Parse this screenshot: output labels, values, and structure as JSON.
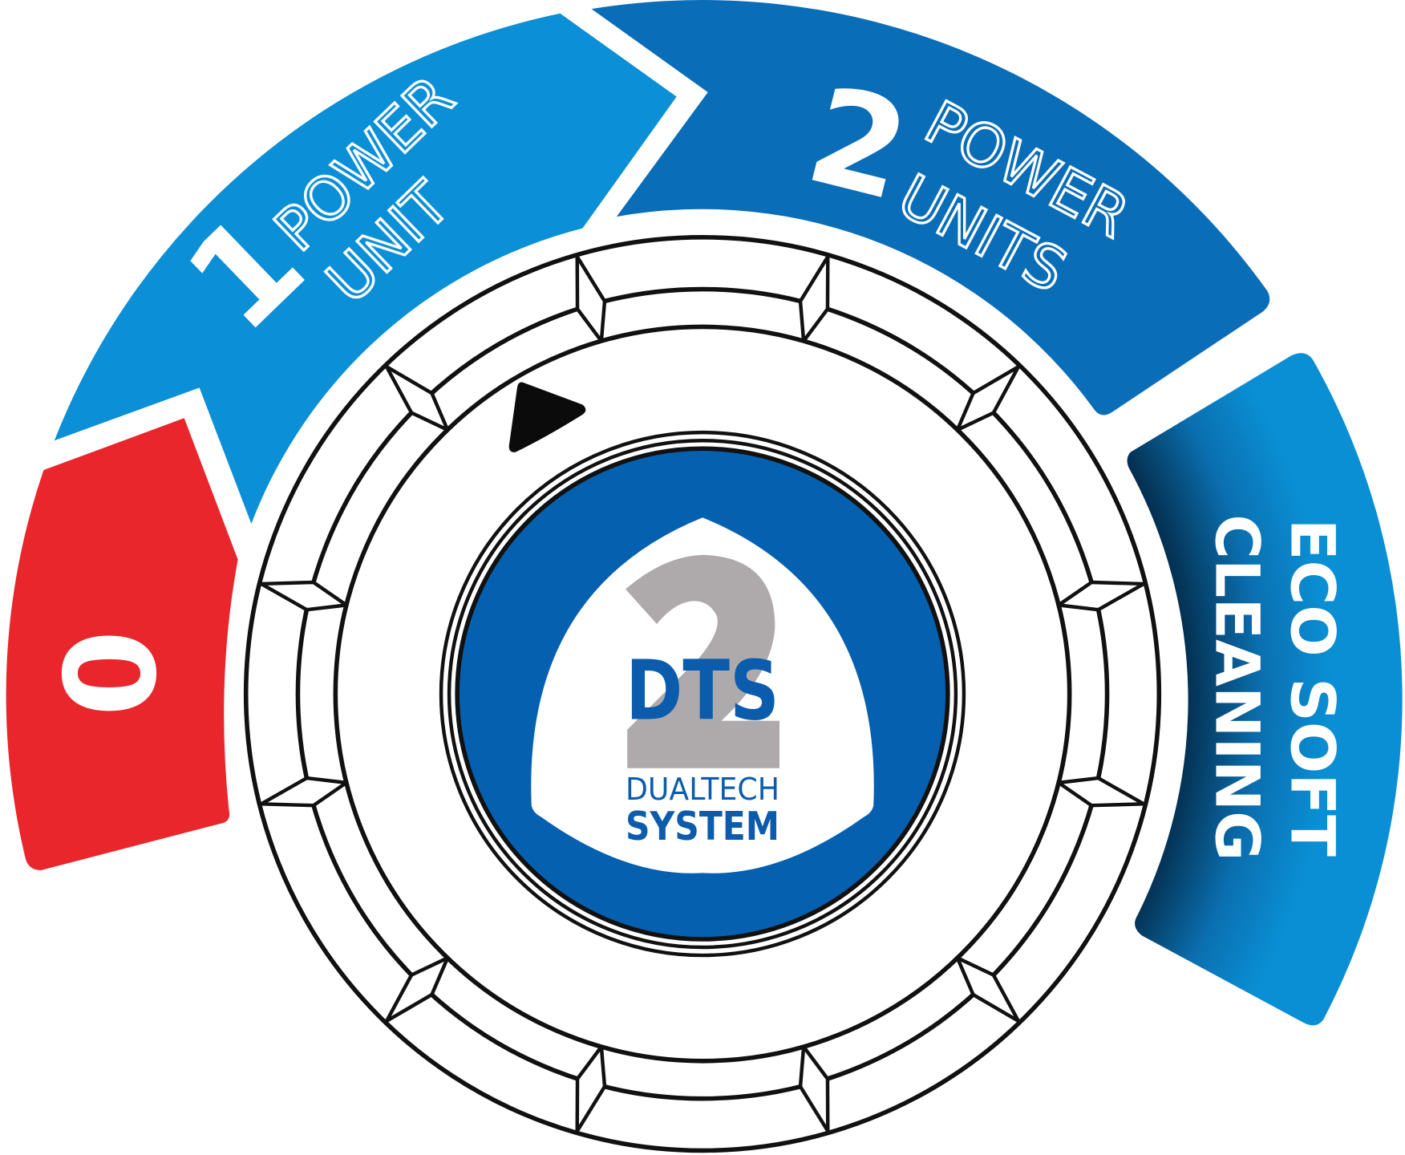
{
  "segments": {
    "off": {
      "label": "0",
      "color": "#e8262b"
    },
    "one": {
      "number": "1",
      "line1": "POWER",
      "line2": "UNIT",
      "color": "#0b8fd6"
    },
    "two": {
      "number": "2",
      "line1": "POWER",
      "line2": "UNITS",
      "color": "#0a6db8"
    },
    "eco": {
      "line1": "ECO SOFT",
      "line2": "CLEANING",
      "color": "#0a8fd4",
      "shade": "#032e4e"
    }
  },
  "logo": {
    "big_digit": "2",
    "acronym": "DTS",
    "line1": "DUALTECH",
    "line2": "SYSTEM",
    "blue": "#0b5cad",
    "grey": "#aeaaab"
  },
  "dial": {
    "disc_color": "#0560b0",
    "pointer_icon": "triangle-pointer"
  }
}
